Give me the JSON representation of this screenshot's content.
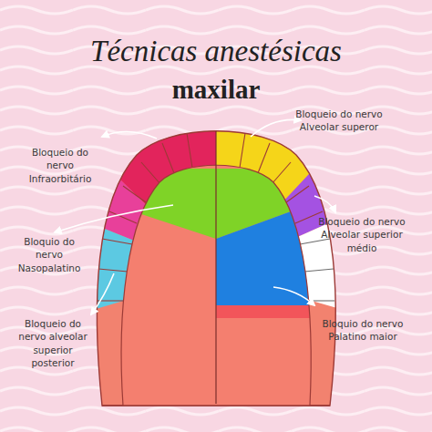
{
  "diagram": {
    "title": "Técnicas anestésicas",
    "labels": [
      "maxilar",
      "Bloqueio do nervo Infraorbitário",
      "Bloquio do nervo Nasopalatino",
      "Bloqueio do nervo alveolar superior posterior",
      "Bloqueio do nervo Alveolar superor",
      "Bloqueio do nervo Alveolar superior médio",
      "Bloquio do nervo Palatino maior"
    ]
  }
}
